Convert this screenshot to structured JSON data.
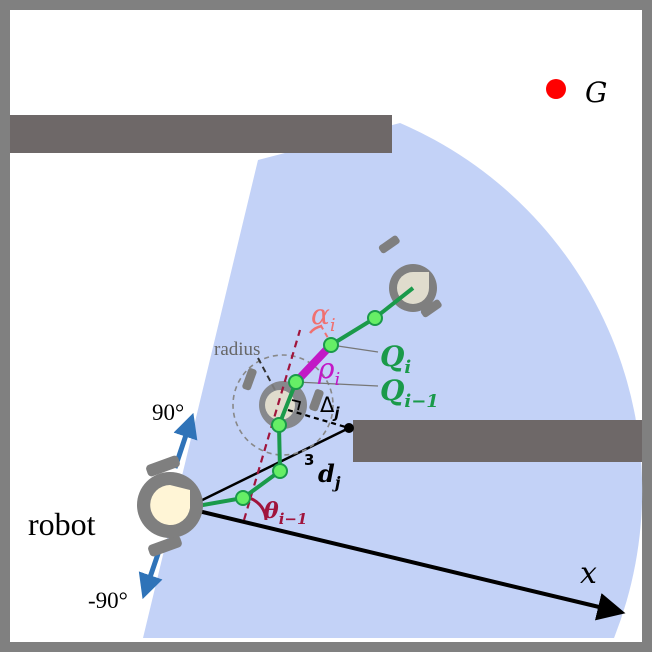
{
  "goal": {
    "label": "G"
  },
  "robot": {
    "label": "robot"
  },
  "angles": {
    "pos": "90°",
    "neg": "-90°"
  },
  "axis": {
    "x_label": "x"
  },
  "annotations": {
    "radius": "radius",
    "alpha": "α",
    "alpha_sub": "i",
    "rho": "ρ",
    "rho_sub": "i",
    "q_i": "Q",
    "q_i_sub": "i",
    "q_im1": "Q",
    "q_im1_sub": "i−1",
    "delta": "Δ",
    "delta_sub": "j",
    "d": "d",
    "d_sub": "j",
    "theta": "θ",
    "theta_sub": "i−1",
    "three": "3"
  },
  "colors": {
    "frame": "#808080",
    "obstacle": "#6e6868",
    "sector": "#c3d2f7",
    "path": "#1a9a4a",
    "node_fill": "#66ee66",
    "rho_segment": "#c218c6",
    "alpha_color": "#f07070",
    "theta_color": "#a0143c",
    "q_color": "#1a9a4a",
    "goal": "#ff0000",
    "arrow_blue": "#2f73b8",
    "robot_body": "#7f7f7f",
    "robot_core": "#fff5d6",
    "robot_core_far": "#e0dccd"
  }
}
